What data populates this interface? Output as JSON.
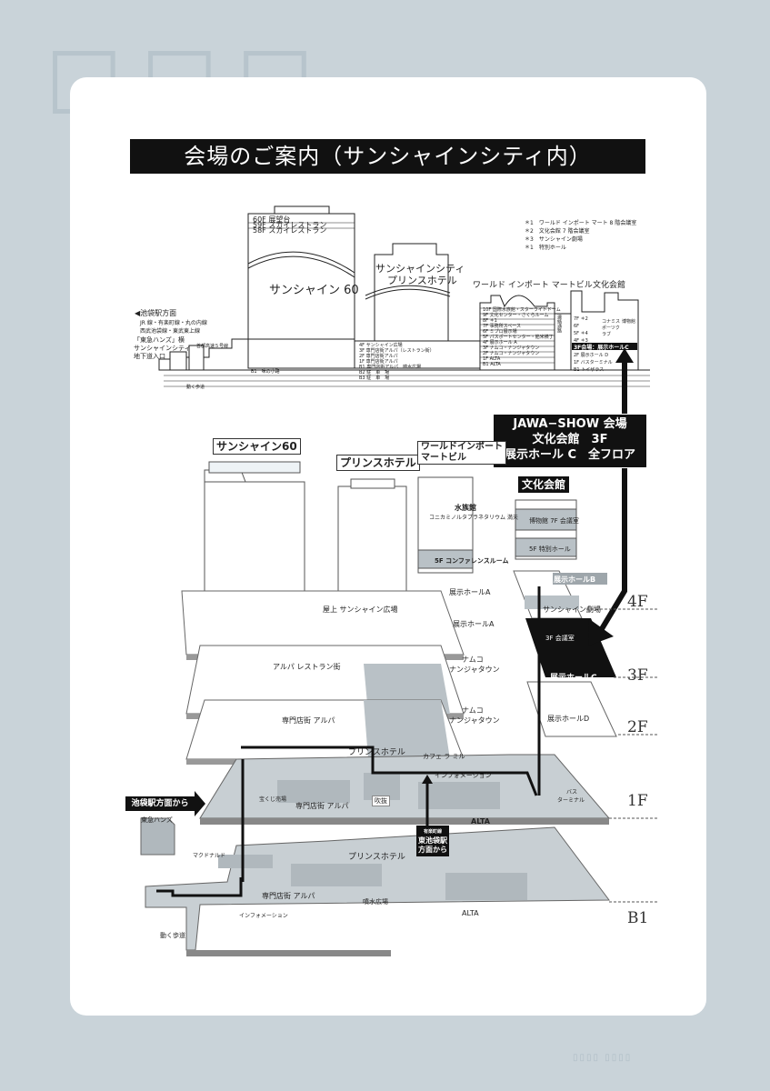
{
  "title": "会場のご案内（サンシャインシティ内）",
  "cross_section": {
    "sunshine60": {
      "name": "サンシャイン 60",
      "floors": [
        {
          "floor": "60F",
          "label": "展望台"
        },
        {
          "floor": "59F",
          "label": "スカイレストラン"
        },
        {
          "floor": "58F",
          "label": "スカイレストラン"
        }
      ]
    },
    "prince_hotel": {
      "name_line1": "サンシャインシティ",
      "name_line2": "プリンスホテル"
    },
    "world_import_mart": {
      "name": "ワールド インポート マートビル",
      "floors": [
        {
          "floor": "10F",
          "label": "国際水族館・スターライトドーム"
        },
        {
          "floor": "9F",
          "label": "文化センター・さくらルーム"
        },
        {
          "floor": "8F",
          "label": "＊1"
        },
        {
          "floor": "7F",
          "label": "事務所スペース"
        },
        {
          "floor": "6F",
          "label": "ミプロ展示場"
        },
        {
          "floor": "5F",
          "label": "パスポートセンター・餡米横丁"
        },
        {
          "floor": "4F",
          "label": "展示ホール A"
        },
        {
          "floor": "3F",
          "label": "ナムコ・ナンジャタウン"
        },
        {
          "floor": "2F",
          "label": "ナムコ・ナンジャタウン"
        },
        {
          "floor": "1F",
          "label": "ALTA"
        },
        {
          "floor": "B1",
          "label": "ALTA"
        }
      ]
    },
    "connecting_passage": "連絡通路",
    "bunka_kaikan": {
      "name": "文化会館",
      "floors": [
        {
          "floor": "7F",
          "label": "＊2"
        },
        {
          "floor": "6F",
          "label": ""
        },
        {
          "floor": "5F",
          "label": "＊4"
        },
        {
          "floor": "4F",
          "label": "＊3"
        },
        {
          "floor": "3F",
          "label": "3F会場：展示ホールC"
        },
        {
          "floor": "2F",
          "label": "展示ホール D"
        },
        {
          "floor": "1F",
          "label": "バスターミナル"
        },
        {
          "floor": "B1",
          "label": "トイザラス"
        }
      ],
      "konami": "コナミスポーツクラブ",
      "museum": "博物館"
    },
    "alpa_floors": [
      {
        "floor": "4F",
        "label": "サンシャイン広場"
      },
      {
        "floor": "3F",
        "label": "専門店街アルパ（レストラン街）"
      },
      {
        "floor": "2F",
        "label": "専門店街アルパ"
      },
      {
        "floor": "1F",
        "label": "専門店街アルパ"
      },
      {
        "floor": "B1",
        "label": "専門店街アルパ　噴水広場"
      },
      {
        "floor": "B2",
        "label": "駐　車　場"
      },
      {
        "floor": "B3",
        "label": "駐　車　場"
      }
    ],
    "underground_street": "B1　味の小路",
    "footnotes": [
      "＊1　ワールド インポート マート 8 階会議室",
      "＊2　文化会館 7 階会議室",
      "＊3　サンシャイン劇場",
      "＊1　特別ホール"
    ],
    "station_direction": {
      "heading": "◀池袋駅方面",
      "line1": "JR 線・有楽町線・丸の内線",
      "line2": "西武池袋線・東武東上線"
    },
    "hands_entrance": [
      "「東急ハンズ」横",
      "サンシャインシティ",
      "地下道入口"
    ],
    "expressway": "首都高速５号線",
    "moving_walkway": "動く歩道"
  },
  "venue_callout": {
    "line1": "JAWA−SHOW 会場",
    "line2": "文化会館　3F",
    "line3": "展示ホール C　全フロア"
  },
  "isometric": {
    "buildings": {
      "sunshine60": "サンシャイン60",
      "prince_hotel": "プリンスホテル",
      "world_import_mart_line1": "ワールドインポート",
      "world_import_mart_line2": "マートビル",
      "bunka_kaikan": "文化会館"
    },
    "wim_floors": {
      "aquarium": "水族館",
      "planetarium": "コニカミノルタプラネタリウム 満天",
      "conference": "5F コンファレンスルーム"
    },
    "bunka_floors": {
      "museum": "博物館 7F 会議室",
      "special_hall": "5F 特別ホール"
    },
    "floor4": {
      "label": "4F",
      "rooftop": "屋上 サンシャイン広場",
      "hall_a_top": "展示ホールA",
      "hall_a": "展示ホールA",
      "hall_b": "展示ホールB",
      "theater": "サンシャイン劇場"
    },
    "floor3": {
      "label": "3F",
      "restaurant": "アルパ レストラン街",
      "namco": [
        "ナムコ",
        "ナンジャタウン"
      ],
      "meeting": "3F 会議室",
      "hall_c": "展示ホールC"
    },
    "floor2": {
      "label": "2F",
      "alpa": "専門店街 アルパ",
      "namco": [
        "ナムコ",
        "ナンジャタウン"
      ],
      "hall_d": "展示ホールD"
    },
    "floor1": {
      "label": "1F",
      "prince": "プリンスホテル",
      "cafe": "カフェ ラ ミル",
      "info": "インフォメーション",
      "lottery": "宝くじ売場",
      "alpa": "専門店街 アルパ",
      "atrium": "吹抜",
      "alta": "ALTA",
      "bus": [
        "バス",
        "ターミナル"
      ]
    },
    "floorB1": {
      "label": "B1",
      "prince": "プリンスホテル",
      "mcd": "マクドナルド",
      "alpa": "専門店街 アルパ",
      "fountain": "噴水広場",
      "info": "インフォメーション",
      "alta": "ALTA",
      "walkway": "動く歩道"
    },
    "from_ikebukuro": "池袋駅方面から",
    "tokyu_hands": "東急ハンズ",
    "from_higashi": [
      "有楽町線",
      "東池袋駅",
      "方面から"
    ]
  },
  "colors": {
    "background": "#c9d3d9",
    "card": "#ffffff",
    "ink": "#111111",
    "gray_block": "#b9c1c6",
    "light_floor": "#ffffff"
  }
}
